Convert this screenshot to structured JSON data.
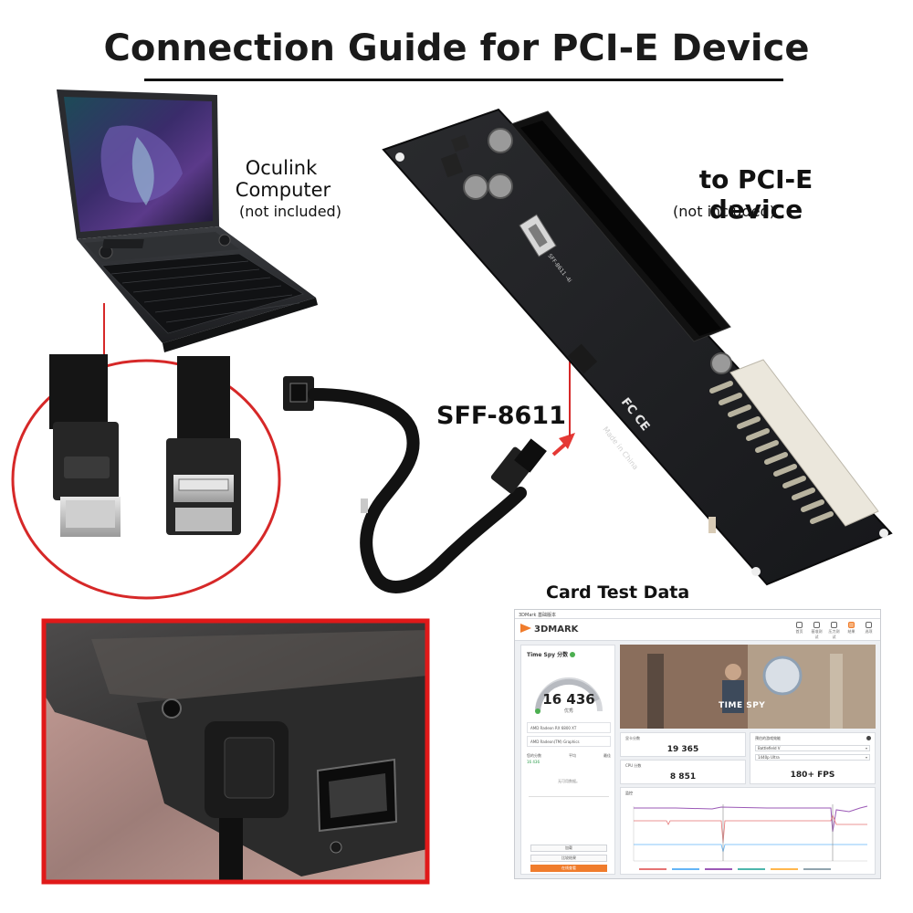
{
  "page": {
    "title": "Connection Guide for PCI-E Device"
  },
  "labels": {
    "computer_name_1": "Oculink",
    "computer_name_2": "Computer",
    "computer_note": "(not included)",
    "device_name": "to PCI-E device",
    "device_note": "(not included)",
    "connector": "SFF-8611",
    "card_test": "Card Test Data"
  },
  "board": {
    "silk_1": "Made in China",
    "silk_2": "FC CE",
    "port_text": "SFF-8611 -4i"
  },
  "tdmark": {
    "window_title": "3DMark 基础版本",
    "brand": "3DMARK",
    "nav": [
      "首页",
      "基准测试",
      "压力测试",
      "结果",
      "选项"
    ],
    "test_name": "Time Spy 分数",
    "score": "16 436",
    "score_sub": "优秀",
    "gpu": "AMD Radeon RX 6800 XT",
    "igpu": "AMD Radeon(TM) Graphics",
    "mini_labels": [
      "您的分数",
      "平均",
      "最佳"
    ],
    "mini_value": "16 436",
    "no_data": "无可用数据。",
    "buttons": [
      "加载",
      "比较结果",
      "在线查看"
    ],
    "banner_label": "TIME SPY",
    "graphics_caption": "显卡分数",
    "graphics_score": "19 365",
    "cpu_caption": "CPU 分数",
    "cpu_score": "8 851",
    "game_caption": "预估的游戏效能",
    "game_select": "Battlefield V",
    "res_select": "1440p Ultra",
    "fps": "180+ FPS",
    "monitor_caption": "监控"
  },
  "colors": {
    "accent": "#f07c2c",
    "arrow": "#e53935",
    "callout": "#d62828"
  }
}
